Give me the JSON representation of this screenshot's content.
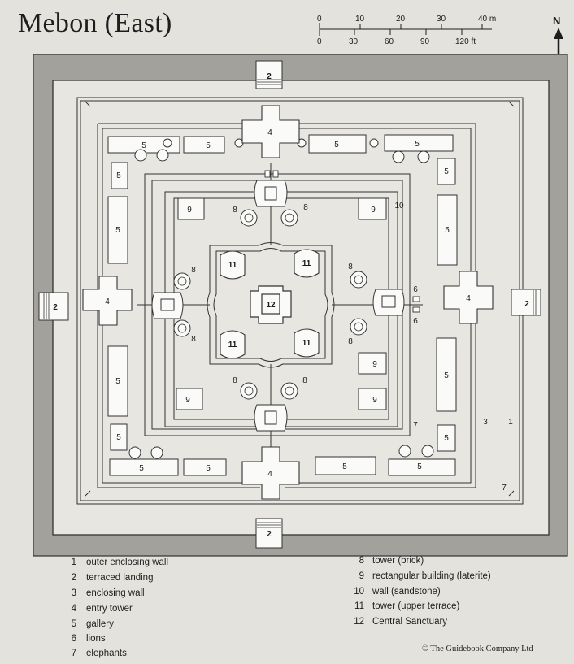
{
  "title": "Mebon (East)",
  "scale": {
    "meters": [
      "0",
      "10",
      "20",
      "30",
      "40 m"
    ],
    "feet": [
      "0",
      "30",
      "60",
      "90",
      "120 ft"
    ]
  },
  "north": "N",
  "legend": [
    {
      "num": "1",
      "label": "outer enclosing wall"
    },
    {
      "num": "2",
      "label": "terraced landing"
    },
    {
      "num": "3",
      "label": "enclosing wall"
    },
    {
      "num": "4",
      "label": "entry tower"
    },
    {
      "num": "5",
      "label": "gallery"
    },
    {
      "num": "6",
      "label": "lions"
    },
    {
      "num": "7",
      "label": "elephants"
    },
    {
      "num": "8",
      "label": "tower (brick)"
    },
    {
      "num": "9",
      "label": "rectangular building (laterite)"
    },
    {
      "num": "10",
      "label": "wall (sandstone)"
    },
    {
      "num": "11",
      "label": "tower (upper terrace)"
    },
    {
      "num": "12",
      "label": "Central Sanctuary"
    }
  ],
  "copyright": "© The Guidebook Company Ltd",
  "plan_labels": {
    "landing": "2",
    "entry_tower": "4",
    "gallery": "5",
    "lions": "6",
    "elephants": "7",
    "outer_wall": "1",
    "enclosing_wall": "3",
    "brick_tower": "8",
    "laterite_building": "9",
    "sandstone_wall": "10",
    "upper_tower": "11",
    "central_sanctuary": "12"
  }
}
